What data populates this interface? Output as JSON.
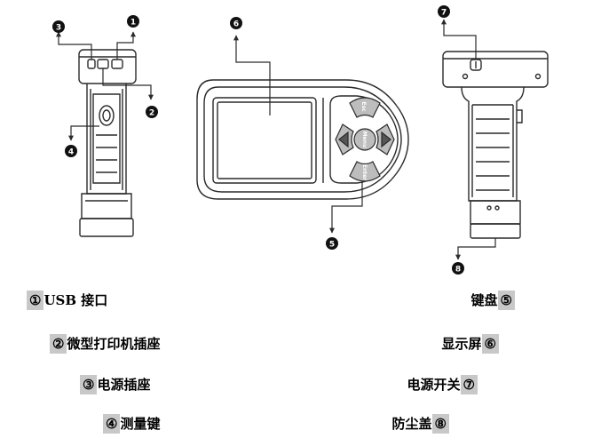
{
  "colors": {
    "line": "#2a2a2a",
    "marker_fill": "#111111",
    "badge_bg": "#c8c8c8",
    "background": "#ffffff"
  },
  "device": {
    "keys": {
      "esc": "Esc",
      "menu": "Menu",
      "enter": "Enter"
    }
  },
  "markers": [
    "1",
    "2",
    "3",
    "4",
    "5",
    "6",
    "7",
    "8"
  ],
  "legend": {
    "left": [
      {
        "badge": "①",
        "text": "USB 接口"
      },
      {
        "badge": "②",
        "text": "微型打印机插座"
      },
      {
        "badge": "③",
        "text": "电源插座"
      },
      {
        "badge": "④",
        "text": "测量键"
      }
    ],
    "right": [
      {
        "text": "键盘",
        "badge": "⑤"
      },
      {
        "text": "显示屏",
        "badge": "⑥"
      },
      {
        "text": "电源开关",
        "badge": "⑦"
      },
      {
        "text": "防尘盖",
        "badge": "⑧"
      }
    ]
  }
}
